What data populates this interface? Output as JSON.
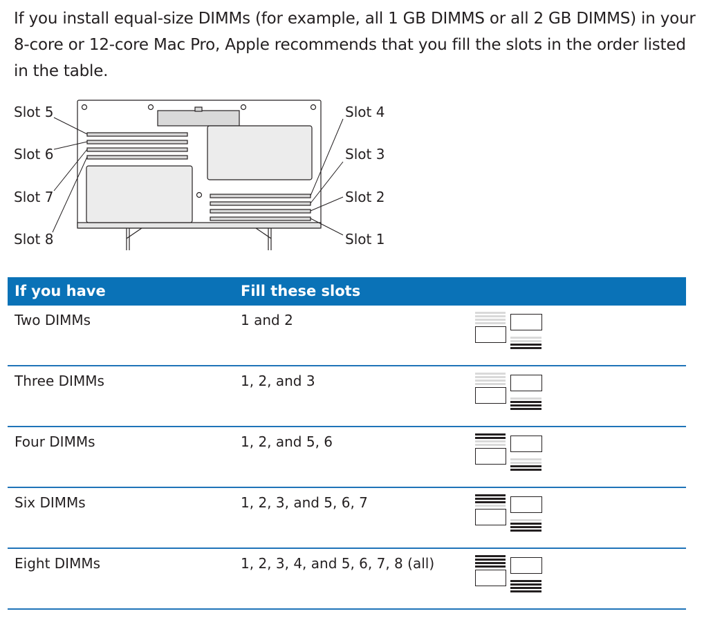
{
  "intro": {
    "line1": "If you install equal-size DIMMs (for example, all 1 GB DIMMS or all 2 GB DIMMS) in your",
    "line2": "8-core or 12-core Mac Pro, Apple recommends that you fill the slots in the order listed",
    "line3": "in the table."
  },
  "diagram": {
    "slot_labels": {
      "slot5": "Slot 5",
      "slot6": "Slot 6",
      "slot7": "Slot 7",
      "slot8": "Slot 8",
      "slot4": "Slot 4",
      "slot3": "Slot 3",
      "slot2": "Slot 2",
      "slot1": "Slot 1"
    }
  },
  "table": {
    "headers": [
      "If you have",
      "Fill these slots"
    ],
    "rows": [
      {
        "have": "Two DIMMs",
        "fill": "1 and 2",
        "filled_slots": [
          1,
          2
        ]
      },
      {
        "have": "Three DIMMs",
        "fill": "1, 2, and 3",
        "filled_slots": [
          1,
          2,
          3
        ]
      },
      {
        "have": "Four DIMMs",
        "fill": "1, 2, and 5, 6",
        "filled_slots": [
          1,
          2,
          5,
          6
        ]
      },
      {
        "have": "Six DIMMs",
        "fill": "1, 2, 3, and 5, 6, 7",
        "filled_slots": [
          1,
          2,
          3,
          5,
          6,
          7
        ]
      },
      {
        "have": "Eight DIMMs",
        "fill": "1, 2, 3, 4, and 5, 6, 7, 8 (all)",
        "filled_slots": [
          1,
          2,
          3,
          4,
          5,
          6,
          7,
          8
        ]
      }
    ]
  },
  "colors": {
    "header_bg": "#0a72b7",
    "rule": "#1e73b8",
    "filled": "#231f20",
    "empty": "#d9d9d9"
  }
}
